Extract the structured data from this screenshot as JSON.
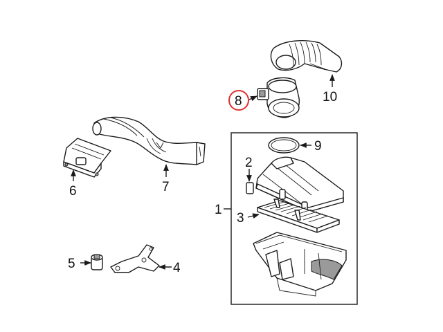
{
  "callouts": {
    "c1": "1",
    "c2": "2",
    "c3": "3",
    "c4": "4",
    "c5": "5",
    "c6": "6",
    "c7": "7",
    "c8": "8",
    "c9": "9",
    "c10": "10"
  },
  "highlight": {
    "callout": "8",
    "color": "#e03030"
  },
  "colors": {
    "line": "#1a1a1a",
    "shade": "#9a9a9a",
    "background": "#ffffff"
  }
}
